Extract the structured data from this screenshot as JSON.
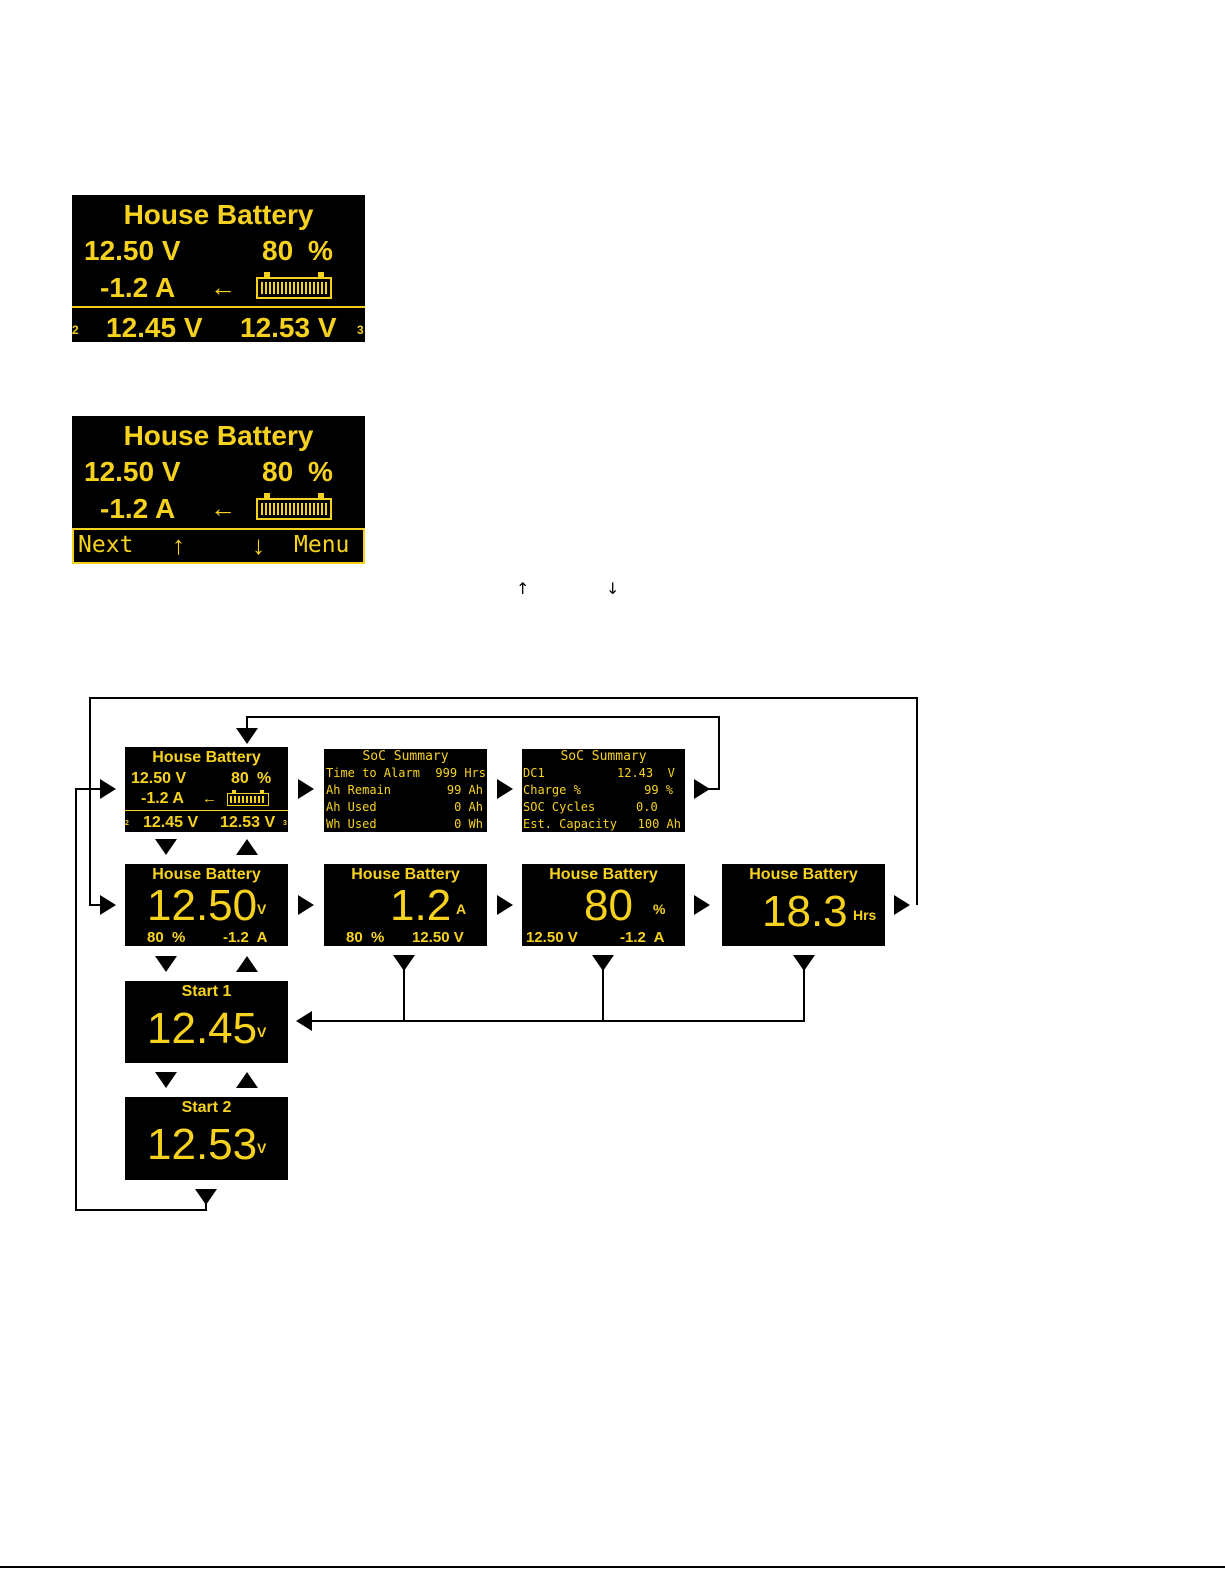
{
  "title": "House Battery",
  "screens": {
    "main": {
      "v": "12.50 V",
      "pct": "80",
      "pct_unit": "%",
      "a": "-1.2 A",
      "s1v": "12.45 V",
      "s2v": "12.53 V",
      "s1n": "2",
      "s2n": "3"
    },
    "nav": {
      "next": "Next",
      "up": "↑",
      "down": "↓",
      "menu": "Menu"
    },
    "soc1": {
      "title": "SoC Summary",
      "rows": [
        {
          "label": "Time to Alarm",
          "value": "999 Hrs"
        },
        {
          "label": "Ah Remain",
          "value": "99 Ah"
        },
        {
          "label": "Ah Used",
          "value": "0 Ah"
        },
        {
          "label": "Wh Used",
          "value": "0 Wh"
        }
      ]
    },
    "soc2": {
      "title": "SoC Summary",
      "rows": [
        {
          "label": "DC1",
          "value": "12.43  V"
        },
        {
          "label": "Charge %",
          "value": "99 %"
        },
        {
          "label": "SOC Cycles",
          "value": "0.0"
        },
        {
          "label": "Est. Capacity",
          "value": "100 Ah"
        }
      ]
    },
    "big_v": {
      "value": "12.50",
      "unit": "V",
      "left": "80  %",
      "right": "-1.2  A"
    },
    "big_a": {
      "value": "1.2",
      "unit": "A",
      "left": "80  %",
      "right": "12.50 V"
    },
    "big_pct": {
      "value": "80",
      "unit": "%",
      "left": "12.50 V",
      "right": "-1.2  A"
    },
    "big_hrs": {
      "value": "18.3",
      "unit": "Hrs"
    },
    "start1": {
      "title": "Start 1",
      "value": "12.45",
      "unit": "V"
    },
    "start2": {
      "title": "Start 2",
      "value": "12.53",
      "unit": "V"
    }
  },
  "caption_arrows": {
    "up": "↑",
    "down": "↓"
  },
  "icons": [
    "left-arrow-icon",
    "battery-icon",
    "up-arrow-icon",
    "down-arrow-icon"
  ],
  "colors": {
    "lcd_bg": "#000000",
    "lcd_fg": "#f6d21f"
  }
}
